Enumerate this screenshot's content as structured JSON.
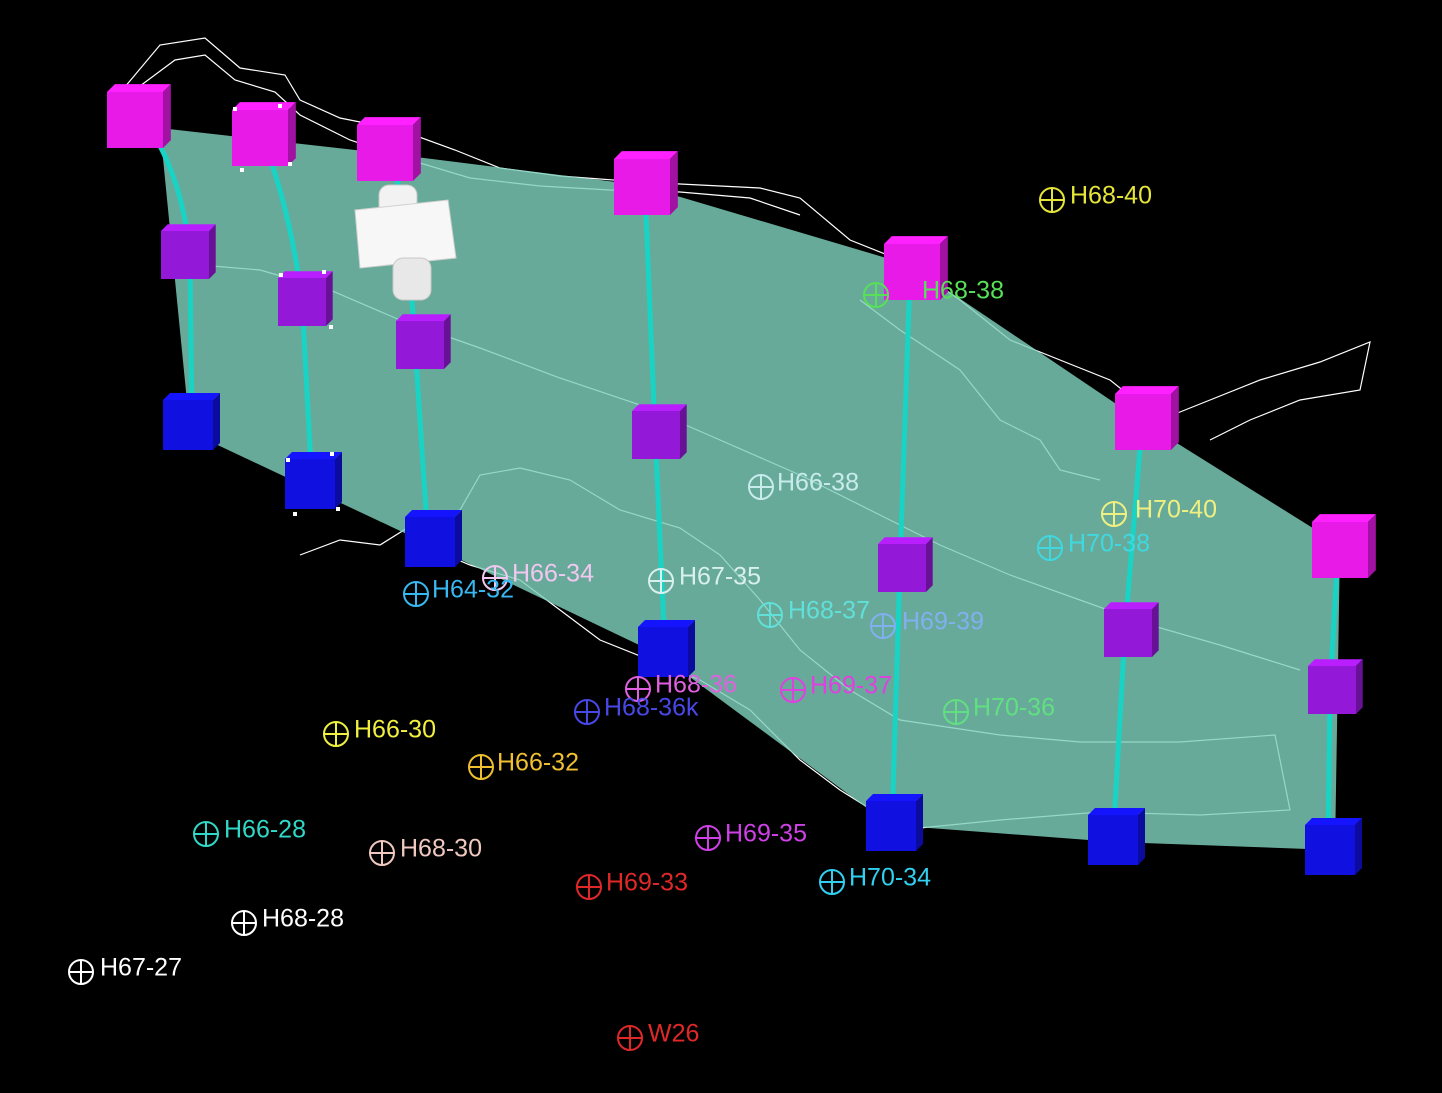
{
  "viewport": {
    "background": "#000000",
    "surface_color": "#7fd0bc",
    "pillar_color": "#19d3c5",
    "top_marker_color": "#e81ae8",
    "mid_marker_color": "#9418d8",
    "base_marker_color": "#1010e0"
  },
  "wells": [
    {
      "label": "H68-40",
      "color": "#e6e63a",
      "icon": "crosshair-icon"
    },
    {
      "label": "H68-38",
      "color": "#58e058",
      "icon": "crosshair-icon"
    },
    {
      "label": "H66-38",
      "color": "#c8ecec",
      "icon": "crosshair-icon"
    },
    {
      "label": "H70-40",
      "color": "#f0f080",
      "icon": "crosshair-icon"
    },
    {
      "label": "H70-38",
      "color": "#40d8e0",
      "icon": "crosshair-icon"
    },
    {
      "label": "H66-34",
      "color": "#f0c8f0",
      "icon": "crosshair-icon"
    },
    {
      "label": "H64-32",
      "color": "#38b8f0",
      "icon": "crosshair-icon"
    },
    {
      "label": "H67-35",
      "color": "#d8f0f0",
      "icon": "crosshair-icon"
    },
    {
      "label": "H68-37",
      "color": "#60e0d8",
      "icon": "crosshair-icon"
    },
    {
      "label": "H69-39",
      "color": "#80b0f0",
      "icon": "crosshair-icon"
    },
    {
      "label": "H68-36",
      "color": "#e060e0",
      "icon": "crosshair-icon"
    },
    {
      "label": "H69-37",
      "color": "#e040e0",
      "icon": "crosshair-icon"
    },
    {
      "label": "H68-36k",
      "color": "#4848e8",
      "icon": "crosshair-icon"
    },
    {
      "label": "H70-36",
      "color": "#60e080",
      "icon": "crosshair-icon"
    },
    {
      "label": "H66-30",
      "color": "#f0f040",
      "icon": "crosshair-icon"
    },
    {
      "label": "H66-32",
      "color": "#f0c030",
      "icon": "crosshair-icon"
    },
    {
      "label": "H66-28",
      "color": "#30d8c8",
      "icon": "crosshair-icon"
    },
    {
      "label": "H68-30",
      "color": "#f0c8c0",
      "icon": "crosshair-icon"
    },
    {
      "label": "H69-35",
      "color": "#d040e8",
      "icon": "crosshair-icon"
    },
    {
      "label": "H69-33",
      "color": "#e02828",
      "icon": "crosshair-icon"
    },
    {
      "label": "H70-34",
      "color": "#30d0f0",
      "icon": "crosshair-icon"
    },
    {
      "label": "H68-28",
      "color": "#ffffff",
      "icon": "crosshair-icon"
    },
    {
      "label": "H67-27",
      "color": "#ffffff",
      "icon": "crosshair-icon"
    },
    {
      "label": "W26",
      "color": "#e02828",
      "icon": "crosshair-icon"
    }
  ]
}
